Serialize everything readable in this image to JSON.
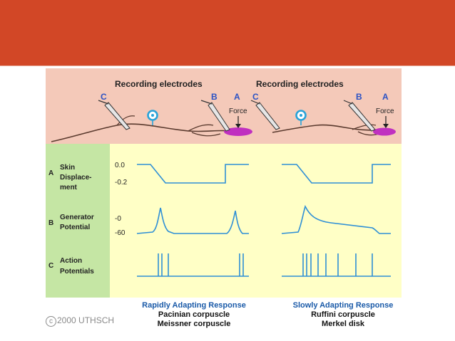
{
  "top": {
    "recording_left": "Recording electrodes",
    "recording_right": "Recording electrodes",
    "left_c": "C",
    "left_b": "B",
    "left_a": "A",
    "left_force": "Force",
    "right_c": "C",
    "right_b": "B",
    "right_a": "A",
    "right_force": "Force"
  },
  "rows": {
    "a": {
      "letter": "A",
      "line1": "Skin",
      "line2": "Displace-",
      "line3": "ment",
      "tick_top": "0.0",
      "tick_bottom": "-0.2"
    },
    "b": {
      "letter": "B",
      "line1": "Generator",
      "line2": "Potential",
      "tick_top": "-0",
      "tick_bottom": "-60"
    },
    "c": {
      "letter": "C",
      "line1": "Action",
      "line2": "Potentials"
    }
  },
  "captions": {
    "rapid_title": "Rapidly Adapting Response",
    "rapid_1": "Pacinian corpuscle",
    "rapid_2": "Meissner corpuscle",
    "slow_title": "Slowly Adapting Response",
    "slow_1": "Ruffini corpuscle",
    "slow_2": "Merkel disk"
  },
  "copyright": {
    "symbol": "c",
    "text": "2000 UTHSCH"
  },
  "colors": {
    "title_bar": "#d24726",
    "trace": "#2e8fd6",
    "caption": "#1a5aa8",
    "receptor": "#c030c0"
  }
}
